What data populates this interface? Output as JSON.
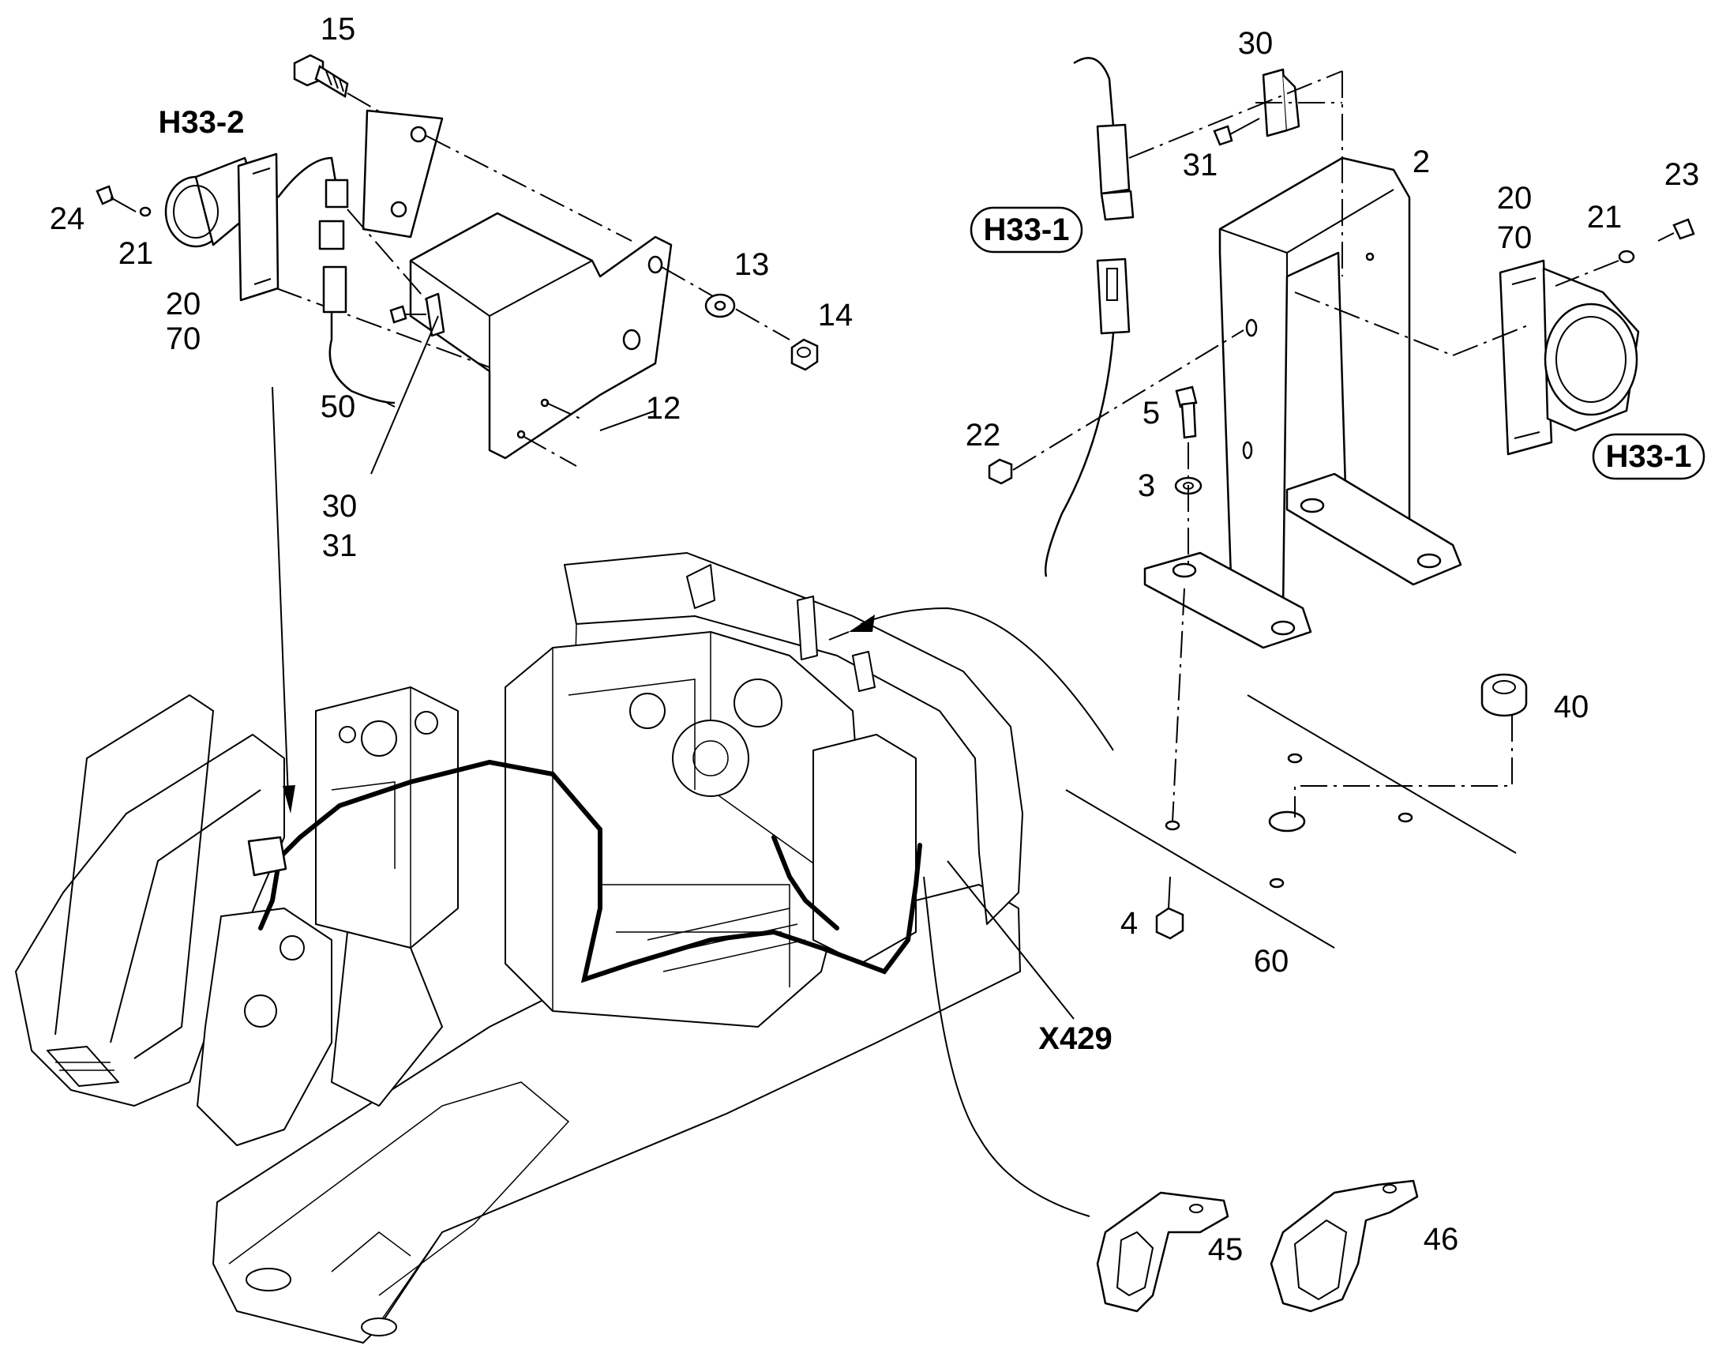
{
  "diagram": {
    "callouts": {
      "c15": "15",
      "h33_2": "H33-2",
      "c24": "24",
      "c21_left": "21",
      "c20_left": "20",
      "c70_left": "70",
      "c50": "50",
      "c30_left": "30",
      "c31_left": "31",
      "c13": "13",
      "c14": "14",
      "c12": "12",
      "c30_right": "30",
      "c31_right": "31",
      "h33_1_top": "H33-1",
      "c2": "2",
      "c20_right": "20",
      "c70_right": "70",
      "c21_right": "21",
      "c23": "23",
      "h33_1_right": "H33-1",
      "c22": "22",
      "c5": "5",
      "c3": "3",
      "c40": "40",
      "c4": "4",
      "c60": "60",
      "x429": "X429",
      "c45": "45",
      "c46": "46"
    },
    "icons": {
      "horn_left": "horn-icon",
      "horn_right": "horn-icon",
      "bracket_plate": "bracket-plate-icon",
      "mount_bracket": "mounting-stand-icon",
      "connector": "connector-icon",
      "clamp": "p-clamp-icon",
      "grommet": "grommet-icon",
      "machine": "excavator-frame-icon"
    }
  }
}
